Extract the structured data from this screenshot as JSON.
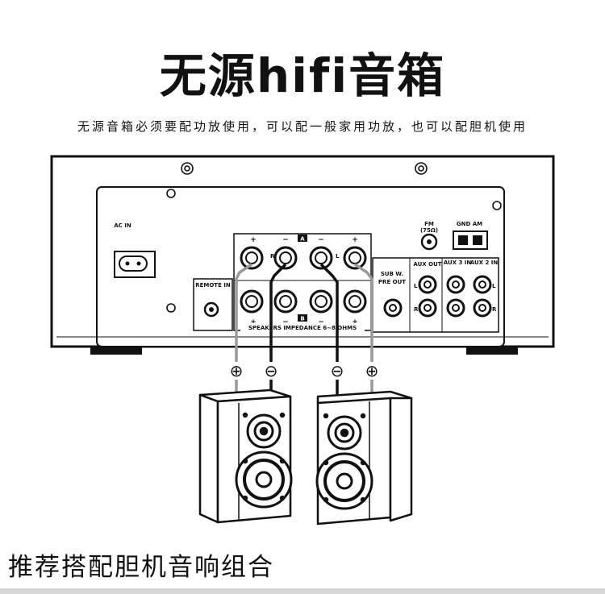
{
  "header": {
    "title": "无源hifi音箱",
    "subtitle": "无源音箱必须要配功放使用，可以配一般家用功放，也可以配胆机使用"
  },
  "amplifier": {
    "labels": {
      "ac_in": "AC IN",
      "remote_in": "REMOTE IN",
      "fm": "FM",
      "fm_ohm": "(75Ω)",
      "gnd_am": "GND  AM",
      "sub_w": "SUB W.",
      "pre_out": "PRE OUT",
      "aux_out": "AUX OUT",
      "aux3_in": "AUX 3 IN",
      "aux2_in": "AUX 2 IN",
      "speakers": "SPEAKERS IMPEDANCE  6~8 OHMS",
      "group_a": "A",
      "group_b": "B",
      "ch_r": "R",
      "ch_l": "L"
    }
  },
  "polarity": {
    "plus": "⊕",
    "minus": "⊖"
  },
  "footer": {
    "caption": "推荐搭配胆机音响组合"
  }
}
